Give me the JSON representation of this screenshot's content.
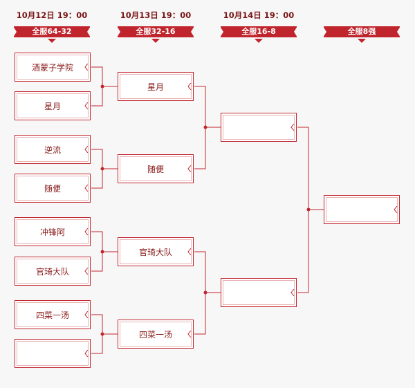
{
  "rounds": [
    {
      "time": "10月12日  19：00",
      "label": "全服64-32"
    },
    {
      "time": "10月13日  19：00",
      "label": "全服32-16"
    },
    {
      "time": "10月14日  19：00",
      "label": "全服16-8"
    },
    {
      "time": "",
      "label": "全服8强"
    }
  ],
  "round1": [
    "酒蒙子学院",
    "星月",
    "逆流",
    "随便",
    "冲锋阿",
    "官琦大队",
    "四菜一汤",
    ""
  ],
  "round2": [
    "星月",
    "随便",
    "官琦大队",
    "四菜一汤"
  ],
  "round3": [
    "",
    ""
  ],
  "round4": [
    ""
  ],
  "colors": {
    "accent": "#c0252d",
    "text": "#8a1a1a",
    "background": "#f7f7f7"
  }
}
